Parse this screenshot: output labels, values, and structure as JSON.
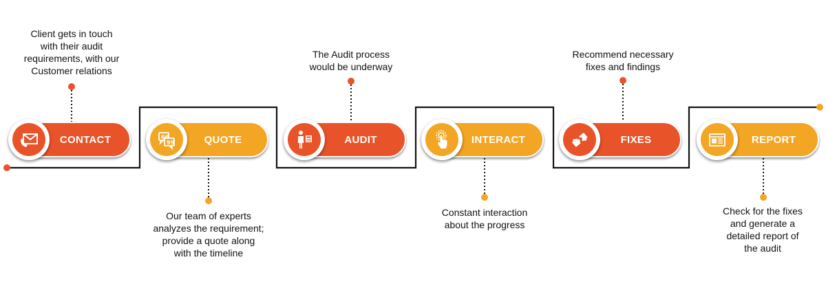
{
  "colors": {
    "orange": "#E8532A",
    "yellow": "#F2A623",
    "line": "#111111"
  },
  "steps": [
    {
      "label": "CONTACT",
      "icon": "envelope-phone-icon",
      "color": "orange",
      "text_lines": [
        "Client gets in touch",
        "with their audit",
        "requirements, with our",
        "Customer relations"
      ]
    },
    {
      "label": "QUOTE",
      "icon": "speech-bubbles-quote-icon",
      "color": "yellow",
      "text_lines": [
        "Our team of experts",
        "analyzes the requirement;",
        "provide a quote along",
        "with the timeline"
      ]
    },
    {
      "label": "AUDIT",
      "icon": "person-calculator-icon",
      "color": "orange",
      "text_lines": [
        "The Audit process",
        "would be underway"
      ]
    },
    {
      "label": "INTERACT",
      "icon": "touch-finger-icon",
      "color": "yellow",
      "text_lines": [
        "Constant interaction",
        "about the progress"
      ]
    },
    {
      "label": "FIXES",
      "icon": "puzzle-pieces-icon",
      "color": "orange",
      "text_lines": [
        "Recommend necessary",
        "fixes and findings"
      ]
    },
    {
      "label": "REPORT",
      "icon": "newspaper-report-icon",
      "color": "yellow",
      "text_lines": [
        "Check for the fixes",
        "and generate a",
        "detailed report of",
        "the audit"
      ]
    }
  ]
}
